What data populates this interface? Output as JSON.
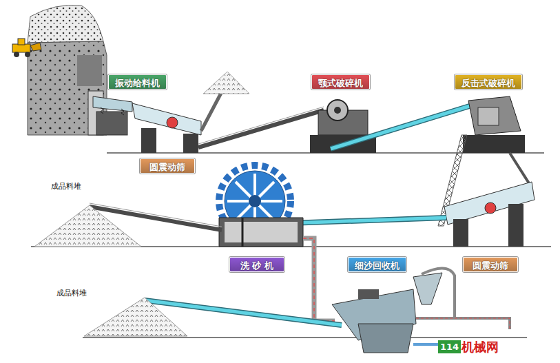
{
  "diagram": {
    "nodes": [
      {
        "text": [
          "振动给料机"
        ]
      },
      {
        "text": [
          "颚式破碎机"
        ]
      },
      {
        "text": [
          "反击式破碎机"
        ]
      },
      {
        "text": [
          "圆震动筛"
        ]
      },
      {
        "text": [
          "洗 砂 机"
        ]
      },
      {
        "text": [
          "细沙回收机"
        ]
      },
      {
        "text": [
          "圆震动筛"
        ]
      }
    ],
    "labels": [
      "成品料堆",
      "成品料堆",
      "114",
      "机械网"
    ]
  }
}
